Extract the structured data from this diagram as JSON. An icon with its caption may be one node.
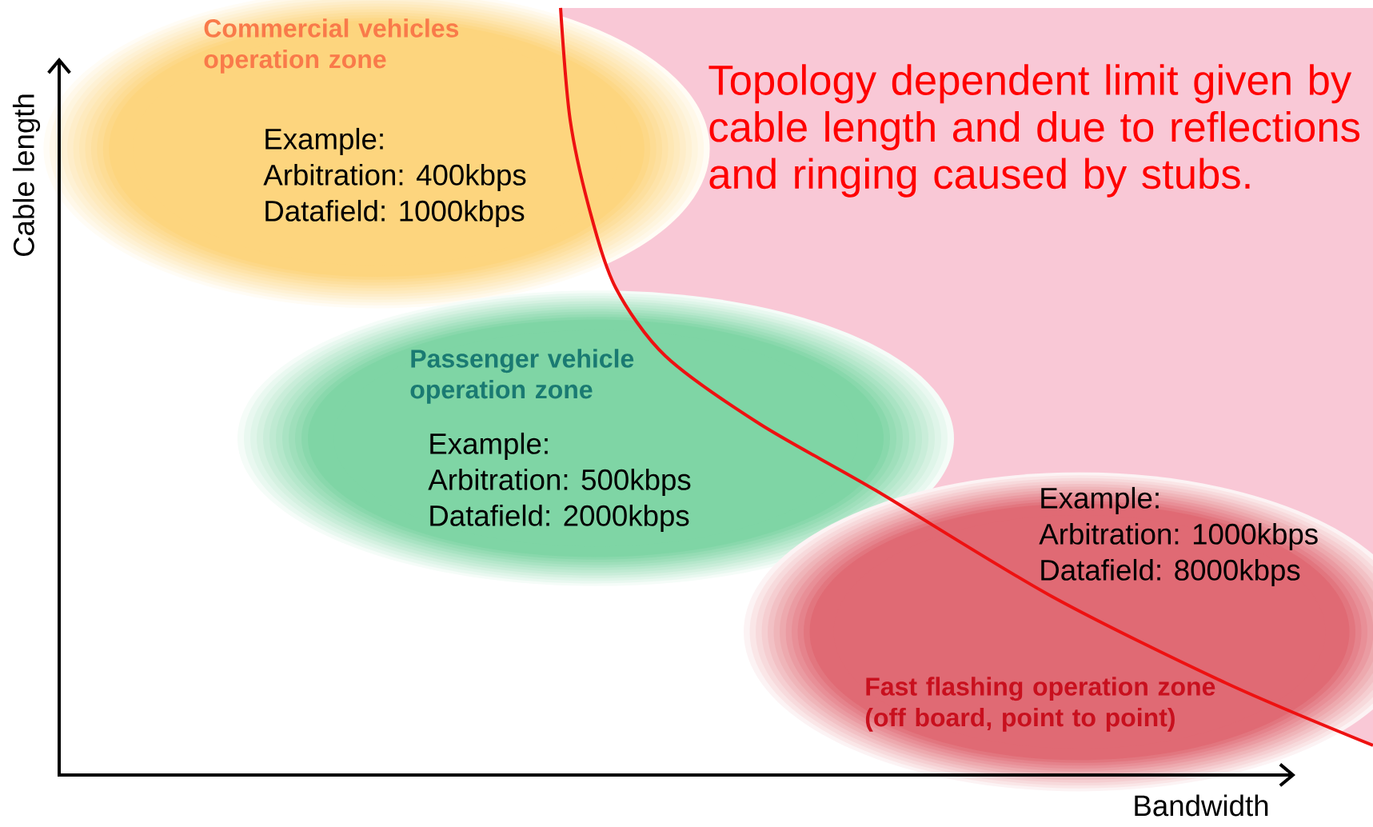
{
  "diagram": {
    "nodes": [
      {
        "text": [
          "Commercial vehicles operation zone",
          "Example:",
          "Arbitration: 400kbps",
          "Datafield: 1000kbps"
        ]
      },
      {
        "text": [
          "Passenger vehicle operation zone",
          "Example:",
          "Arbitration: 500kbps",
          "Datafield: 2000kbps"
        ]
      },
      {
        "text": [
          "Example:",
          "Arbitration: 1000kbps",
          "Datafield: 8000kbps",
          "Fast flashing operation zone (off board, point to point)"
        ]
      },
      {
        "text": [
          "Topology dependent limit given by cable length and due to reflections and ringing caused by stubs."
        ]
      }
    ],
    "labels": [
      "Cable length",
      "Bandwidth"
    ]
  }
}
